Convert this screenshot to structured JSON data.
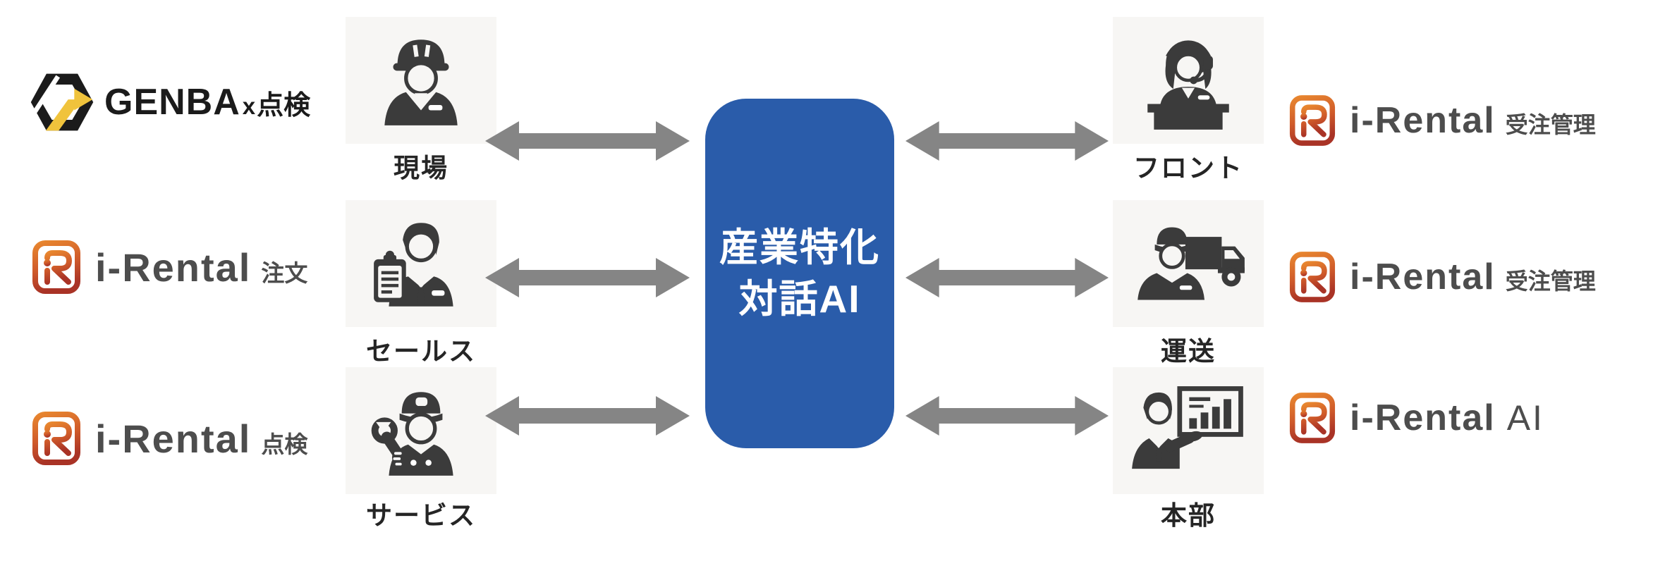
{
  "center_box": {
    "line1": "産業特化",
    "line2": "対話AI",
    "bg_color": "#2a5caa",
    "text_color": "#ffffff"
  },
  "left_products": [
    {
      "brand": "GENBA",
      "x_mark": "x",
      "suffix": "点検",
      "logo": "genba-hexagon-logo"
    },
    {
      "brand": "i-Rental",
      "suffix": "注文",
      "logo": "i-rental-logo"
    },
    {
      "brand": "i-Rental",
      "suffix": "点検",
      "logo": "i-rental-logo"
    }
  ],
  "left_roles": [
    {
      "label": "現場",
      "icon": "construction-worker-icon"
    },
    {
      "label": "セールス",
      "icon": "salesperson-clipboard-icon"
    },
    {
      "label": "サービス",
      "icon": "mechanic-wrench-icon"
    }
  ],
  "right_roles": [
    {
      "label": "フロント",
      "icon": "receptionist-headset-desk-icon"
    },
    {
      "label": "運送",
      "icon": "delivery-driver-truck-icon"
    },
    {
      "label": "本部",
      "icon": "presenter-chart-icon"
    }
  ],
  "right_products": [
    {
      "brand": "i-Rental",
      "suffix": "受注管理",
      "logo": "i-rental-logo"
    },
    {
      "brand": "i-Rental",
      "suffix": "受注管理",
      "logo": "i-rental-logo"
    },
    {
      "brand": "i-Rental",
      "suffix": "AI",
      "logo": "i-rental-logo"
    }
  ],
  "colors": {
    "center_blue": "#2a5caa",
    "arrow_gray": "#858585",
    "icon_dark": "#3b3b3b",
    "card_bg": "#f7f6f4",
    "genba_black": "#1b1b1b",
    "genba_yellow": "#f0c33c",
    "irental_orange": "#e8862f",
    "irental_red": "#a93326",
    "logo_text_gray": "#4d4d4d",
    "label_dark": "#252525"
  }
}
